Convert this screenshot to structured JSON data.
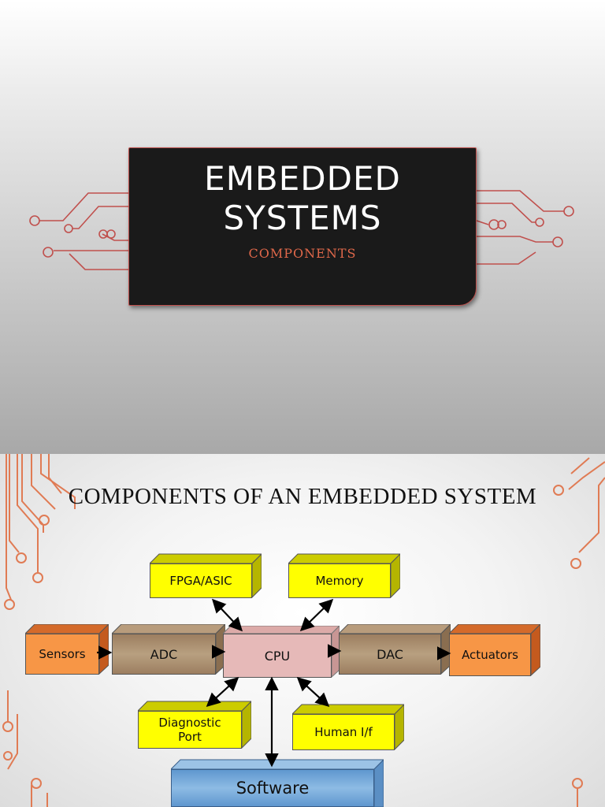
{
  "slide1": {
    "title_line1": "EMBEDDED",
    "title_line2": "SYSTEMS",
    "subtitle": "COMPONENTS",
    "colors": {
      "card": "#1a1a1a",
      "accent": "#c0504d",
      "subtitle": "#e0684a"
    }
  },
  "slide2": {
    "title": "COMPONENTS OF AN EMBEDDED SYSTEM",
    "blocks": {
      "fpga": "FPGA/ASIC",
      "memory": "Memory",
      "sensors": "Sensors",
      "adc": "ADC",
      "cpu": "CPU",
      "dac": "DAC",
      "actuators": "Actuators",
      "diagnostic_line1": "Diagnostic",
      "diagnostic_line2": "Port",
      "human": "Human I/f",
      "software": "Software"
    },
    "colors": {
      "yellow": "#ffff00",
      "orange": "#f79646",
      "brown": "#a88a6a",
      "pink": "#e6b9b8",
      "blue": "#7eaedb",
      "trace": "#e07b54"
    }
  }
}
